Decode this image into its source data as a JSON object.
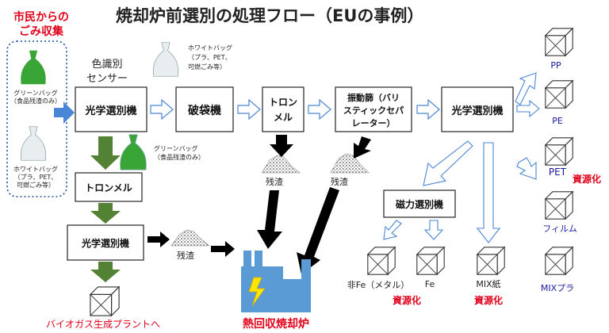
{
  "title": "焼却炉前選別の処理フロー（EUの事例）",
  "source": {
    "line1": "市民からの",
    "line2": "ごみ収集"
  },
  "bags": {
    "green_line1": "グリーンバッグ",
    "green_line2": "（食品残渣のみ）",
    "white_line1": "ホワイトバッグ",
    "white_line2": "（プラ、PET、",
    "white_line3": "可燃ごみ等）",
    "green_mid_line1": "グリーンバッグ",
    "green_mid_line2": "（食品残渣のみ）"
  },
  "sensor": {
    "line1": "色識別",
    "line2": "センサー"
  },
  "boxes": {
    "optical1": "光学選別機",
    "shredder": "破袋機",
    "trommel1_line1": "トロン",
    "trommel1_line2": "メル",
    "vibro_line1": "振動篩（バリ",
    "vibro_line2": "スティックセパ",
    "vibro_line3": "レーター）",
    "optical2": "光学選別機",
    "trommel2": "トロンメル",
    "optical3": "光学選別機",
    "magnetic": "磁力選別機"
  },
  "residue": {
    "r1": "残渣",
    "r2": "残渣",
    "r3": "残渣"
  },
  "outputs": {
    "pp": "PP",
    "pe": "PE",
    "pet": "PET",
    "film": "フィルム",
    "mixpla": "MIXプラ",
    "nonfe": "非Fe（メタル）",
    "fe": "Fe",
    "mixpaper": "MIX紙"
  },
  "recycle": {
    "r_pet": "資源化",
    "r_metal": "資源化",
    "r_paper": "資源化"
  },
  "incinerator": "熱回収焼却炉",
  "biogas": "バイオガス生成プラントへ",
  "colors": {
    "red": "#e0001a",
    "blue": "#1a1aa0",
    "green": "#3aa537",
    "arrow_green": "#548235",
    "arrow_blue": "#4a86d6",
    "factory": "#5b9bd5"
  }
}
